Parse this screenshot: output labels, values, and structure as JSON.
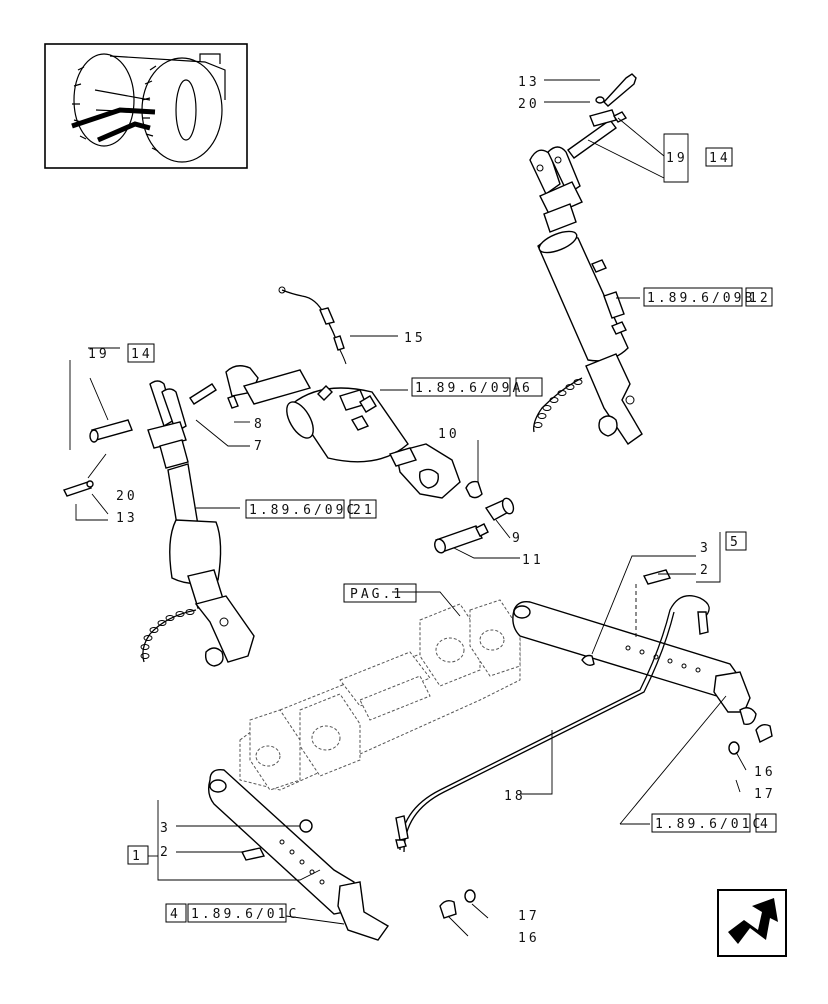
{
  "callouts": {
    "c13a": "13",
    "c20a": "20",
    "c19a": "19",
    "c14a": "14",
    "c12": "12",
    "ref_09B": "1.89.6/09B",
    "c15": "15",
    "c19b": "19",
    "c14b": "14",
    "c8": "8",
    "c7": "7",
    "ref_09A": "1.89.6/09A",
    "c6": "6",
    "c10": "10",
    "c9": "9",
    "c11": "11",
    "ref_09C": "1.89.6/09C",
    "c21": "21",
    "c20b": "20",
    "c13b": "13",
    "c3a": "3",
    "c2a": "2",
    "c5": "5",
    "pag": "PAG.1",
    "c16a": "16",
    "c17a": "17",
    "c18": "18",
    "ref_01Ca": "1.89.6/01C",
    "c4a": "4",
    "c3b": "3",
    "c2b": "2",
    "c1": "1",
    "c4b": "4",
    "ref_01Cb": "1.89.6/01C",
    "c17b": "17",
    "c16b": "16"
  },
  "icons": {
    "thumbnail": "tractor-rear-thumbnail",
    "nav": "next-page-arrow-icon"
  }
}
